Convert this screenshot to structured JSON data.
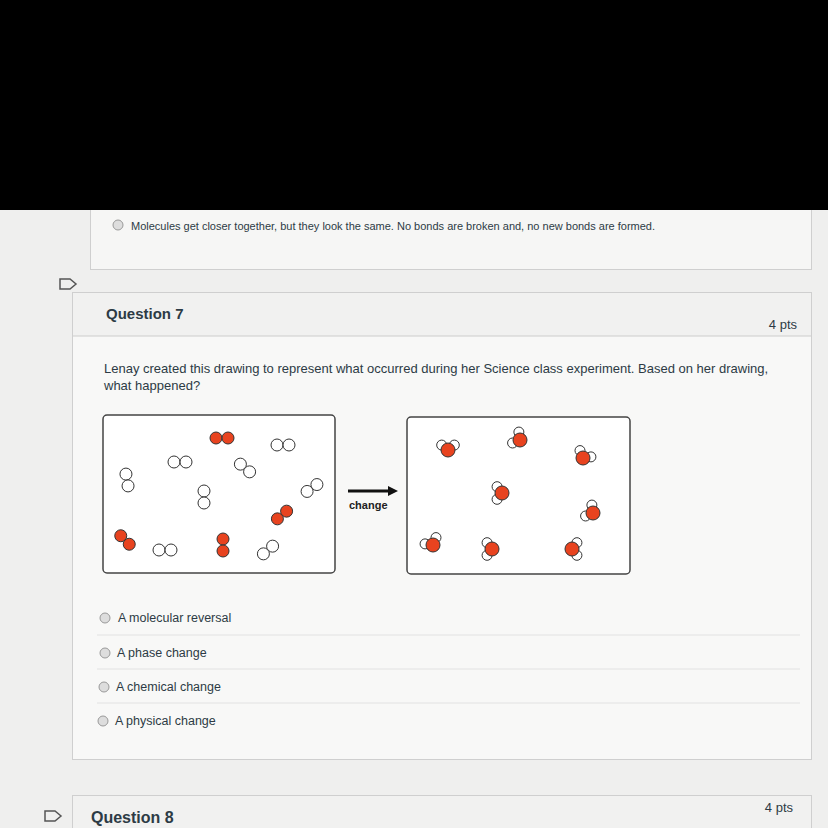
{
  "diagram": {
    "nodes": [
      {
        "text": [
          "Molecules get closer together, but they look the same. No bonds are broken and, no new bonds are formed."
        ]
      },
      {
        "text": [
          "Question 7",
          "4 pts",
          "Lenay created this drawing to represent what occurred during her Science class experiment.  Based on her drawing, what happened?"
        ]
      },
      {
        "text": [
          "Question 8",
          "4 pts"
        ]
      }
    ],
    "labels": [
      "change",
      "A molecular reversal",
      "A phase change",
      "A chemical change",
      "A physical change"
    ]
  }
}
